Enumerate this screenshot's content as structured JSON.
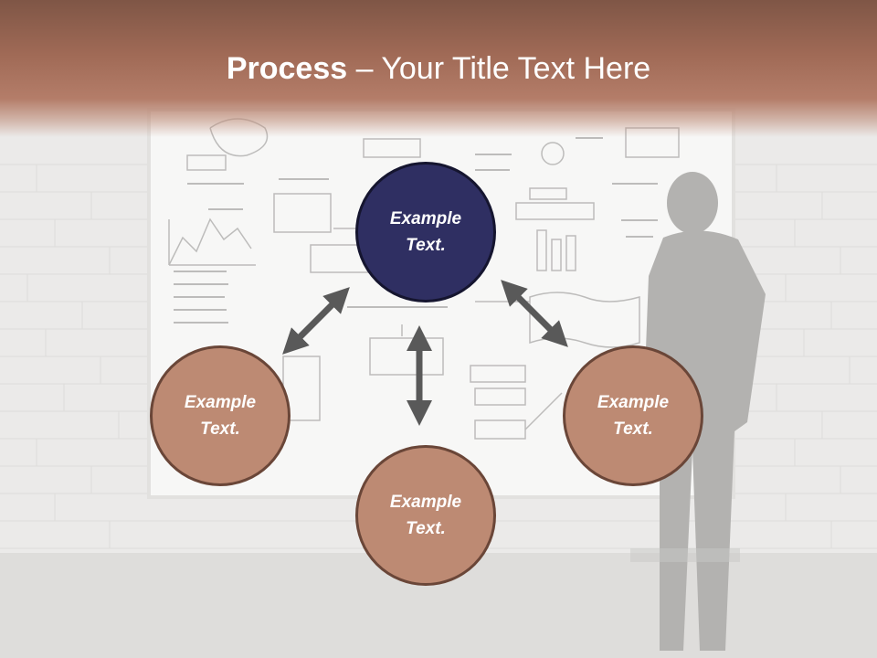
{
  "slide": {
    "title_bold": "Process",
    "title_sep": " – ",
    "title_rest": "Your Title Text Here"
  },
  "diagram": {
    "nodes": [
      {
        "id": "top",
        "label": "Example\nText.",
        "color": "#2f2f62"
      },
      {
        "id": "left",
        "label": "Example\nText.",
        "color": "#bd8a73"
      },
      {
        "id": "right",
        "label": "Example\nText.",
        "color": "#bd8a73"
      },
      {
        "id": "bottom",
        "label": "Example\nText.",
        "color": "#bd8a73"
      }
    ],
    "arrow_color": "#595959"
  },
  "colors": {
    "header": "#a06a56",
    "accent_dark": "#2f2f62",
    "accent_warm": "#bd8a73"
  }
}
